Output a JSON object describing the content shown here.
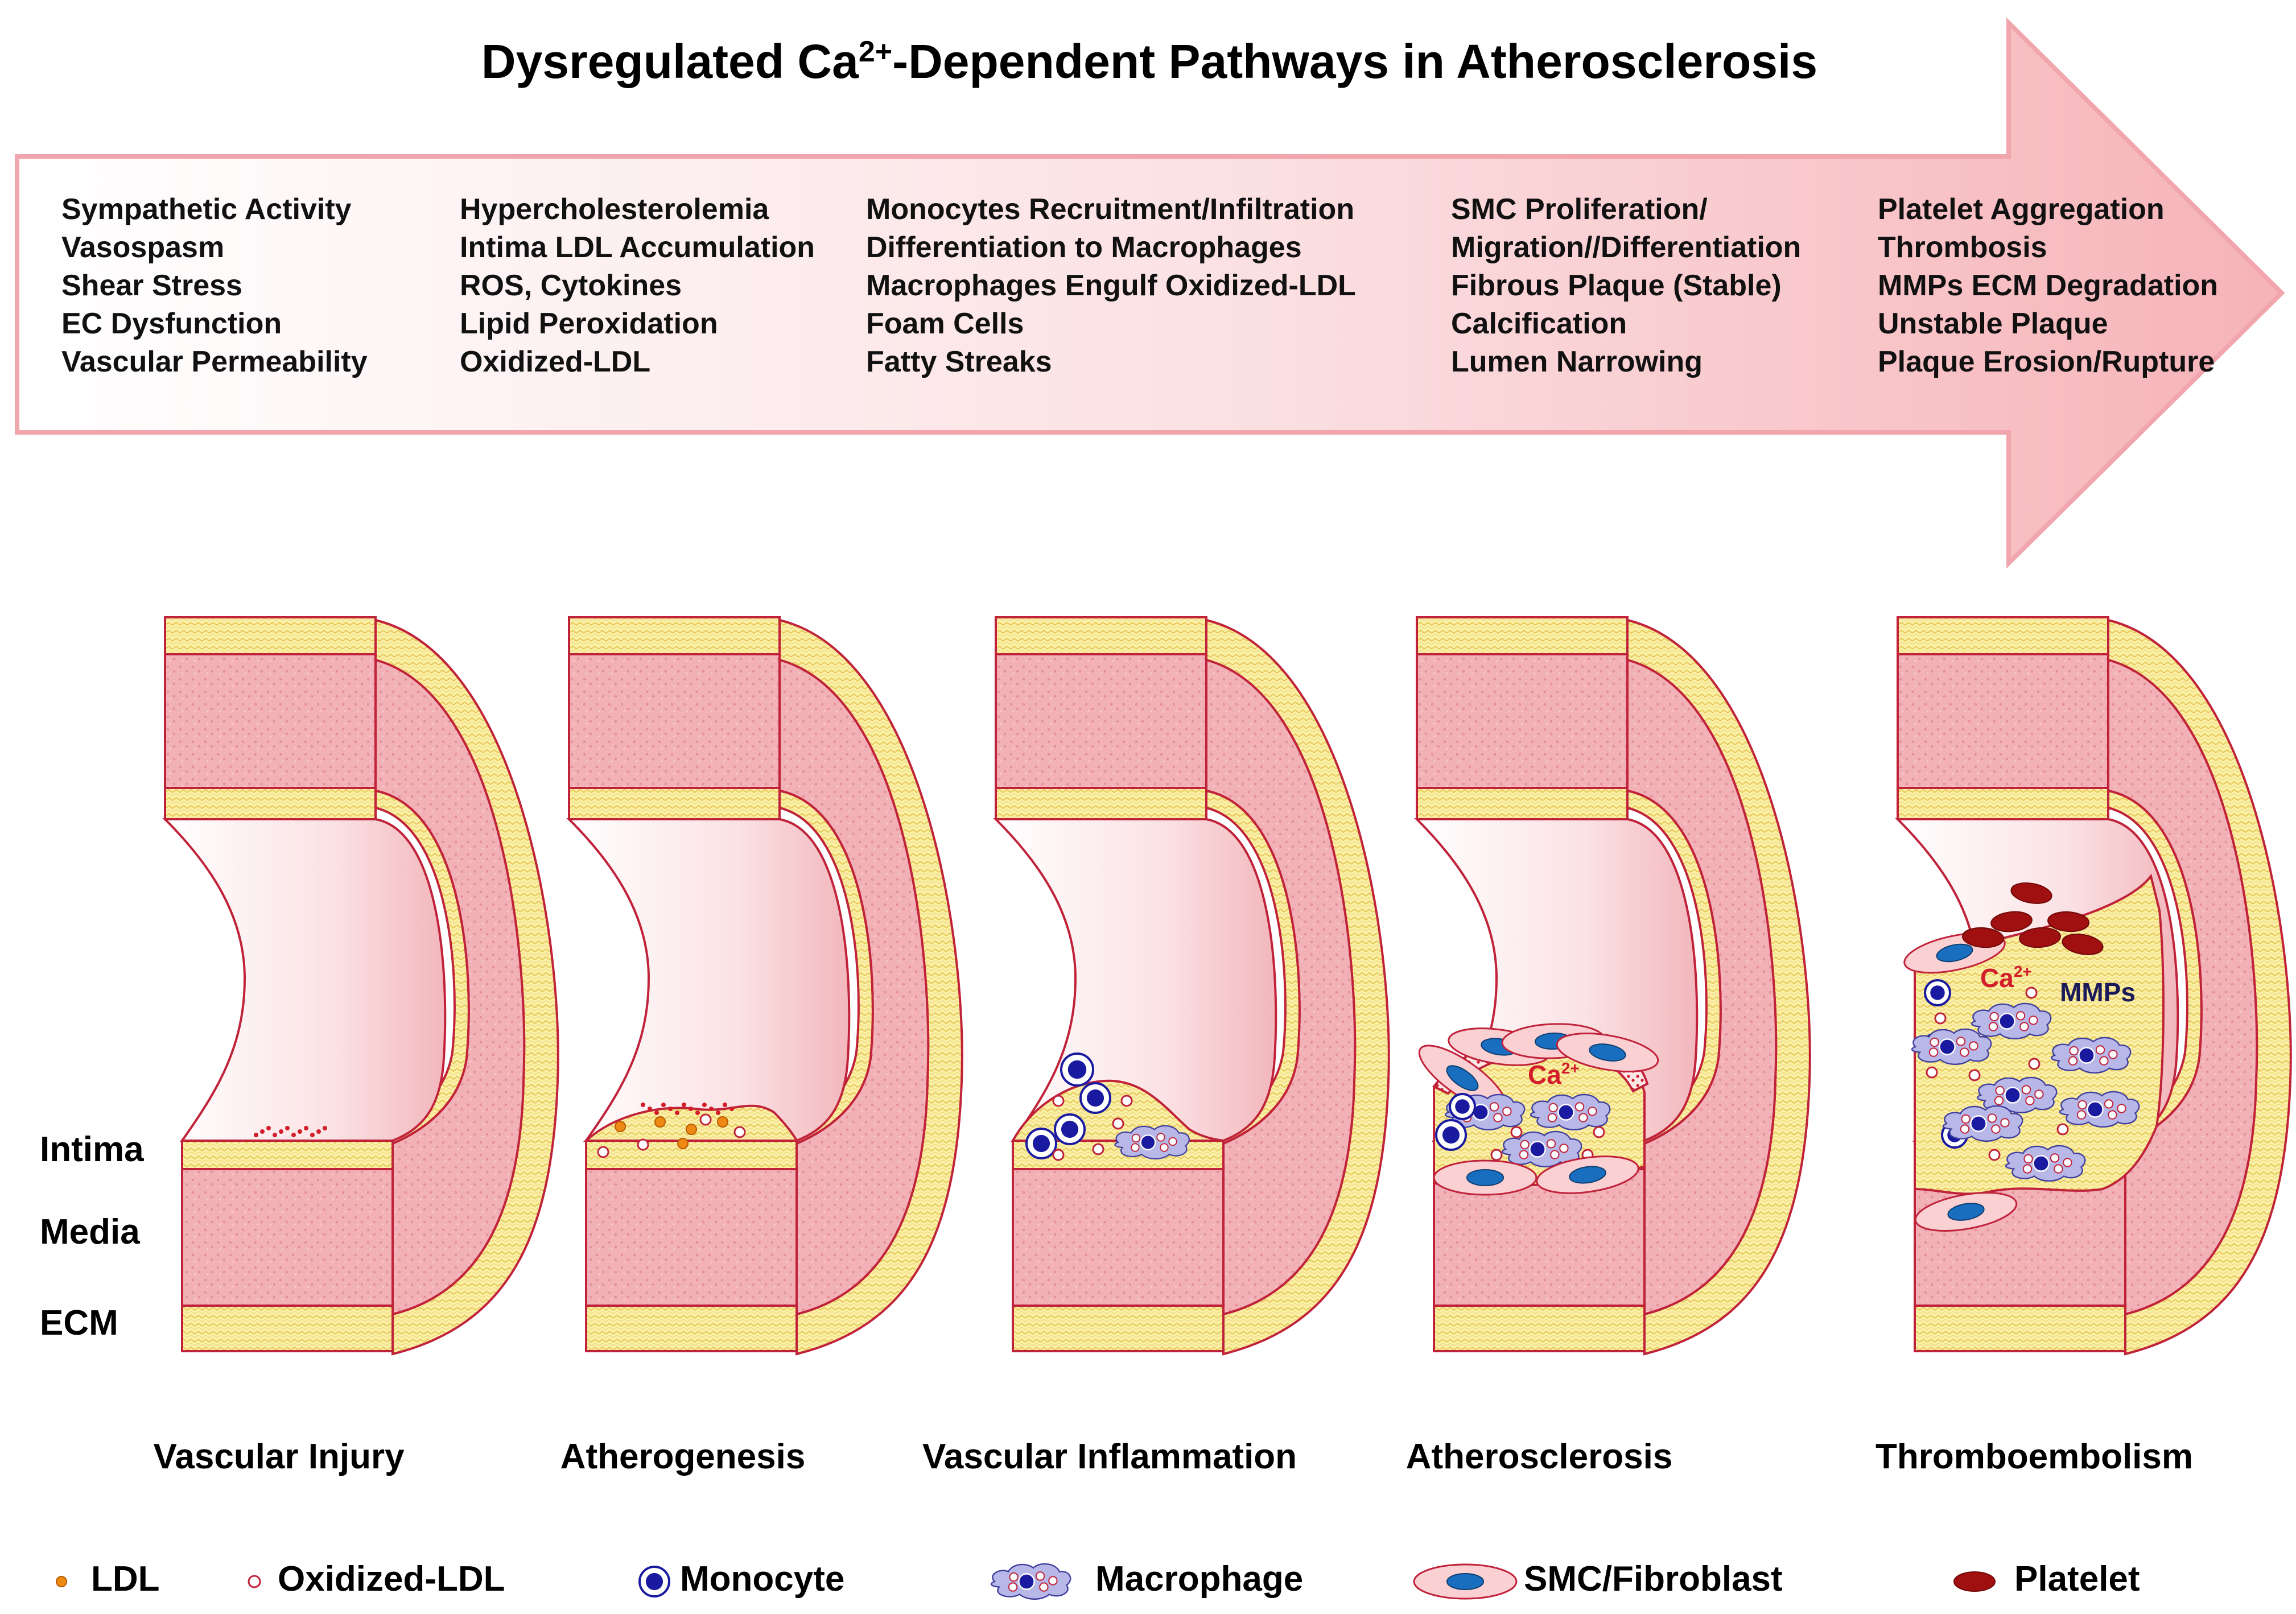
{
  "title": {
    "prefix": "Dysregulated Ca",
    "superscript": "2+",
    "suffix": "-Dependent Pathways in Atherosclerosis"
  },
  "arrow_steps": [
    {
      "lines": [
        "Sympathetic Activity",
        "Vasospasm",
        "Shear Stress",
        "EC Dysfunction",
        "Vascular Permeability"
      ]
    },
    {
      "lines": [
        "Hypercholesterolemia",
        "Intima LDL Accumulation",
        "ROS, Cytokines",
        "Lipid Peroxidation",
        "Oxidized-LDL"
      ]
    },
    {
      "lines": [
        "Monocytes Recruitment/Infiltration",
        "Differentiation to Macrophages",
        "Macrophages Engulf Oxidized-LDL",
        "Foam Cells",
        "Fatty Streaks"
      ]
    },
    {
      "lines": [
        "SMC Proliferation/",
        "Migration//Differentiation",
        "Fibrous Plaque (Stable)",
        "Calcification",
        "Lumen Narrowing"
      ]
    },
    {
      "lines": [
        "Platelet Aggregation",
        "Thrombosis",
        "MMPs ECM Degradation",
        "Unstable Plaque",
        "Plaque Erosion/Rupture"
      ]
    }
  ],
  "layer_labels": {
    "intima": "Intima",
    "media": "Media",
    "ecm": "ECM"
  },
  "stages": [
    "Vascular Injury",
    "Atherogenesis",
    "Vascular Inflammation",
    "Atherosclerosis",
    "Thromboembolism"
  ],
  "plaque_labels": {
    "ca_prefix": "Ca",
    "ca_superscript": "2+",
    "mmps": "MMPs"
  },
  "legend": [
    {
      "label": "LDL",
      "icon": "ldl-dot-icon",
      "color": "#ee8a14"
    },
    {
      "label": "Oxidized-LDL",
      "icon": "oxidized-ldl-circle-icon",
      "color": "#c0223a"
    },
    {
      "label": "Monocyte",
      "icon": "monocyte-icon",
      "color": "#1a1aa0"
    },
    {
      "label": "Macrophage",
      "icon": "macrophage-icon",
      "color": "#b8b8e8"
    },
    {
      "label": "SMC/Fibroblast",
      "icon": "smc-fibroblast-icon",
      "color": "#f4b8bc"
    },
    {
      "label": "Platelet",
      "icon": "platelet-icon",
      "color": "#a01010"
    }
  ],
  "colors": {
    "media": "#f2b1b6",
    "ecm": "#fbf0a8",
    "outline": "#c0223a",
    "arrow_start": "#ffffff",
    "arrow_end": "#f6b9bd"
  }
}
